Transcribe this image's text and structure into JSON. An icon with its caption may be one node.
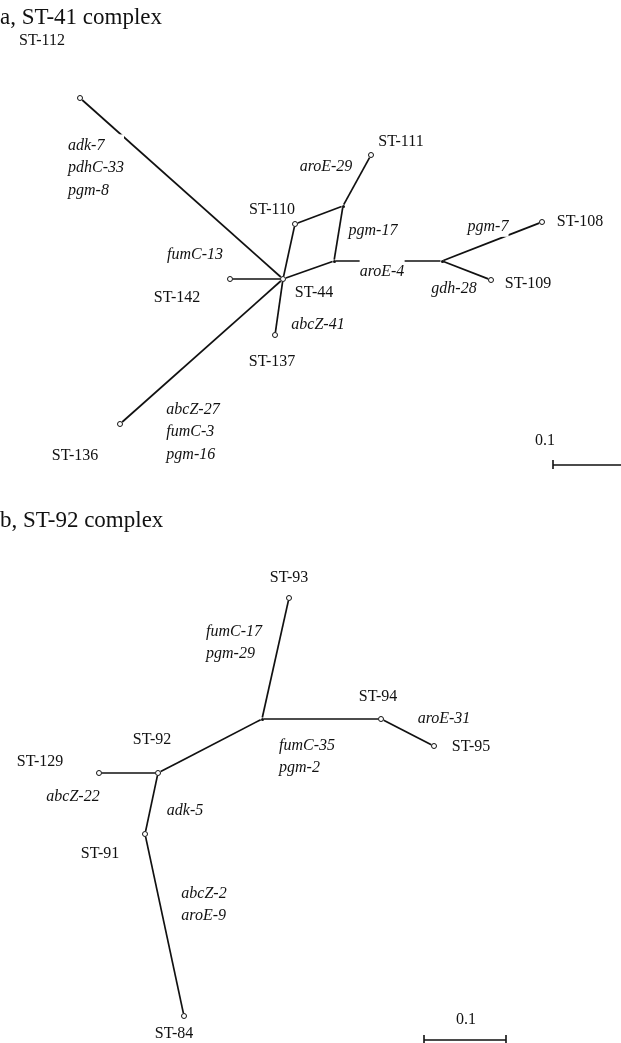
{
  "diagram": {
    "nodes": [
      {
        "text": [],
        "shape": "circle",
        "beside": [
          "ST-112"
        ]
      },
      {
        "text": [],
        "shape": "circle",
        "beside": [
          "ST-111"
        ]
      },
      {
        "text": [],
        "shape": "circle",
        "beside": [
          "ST-110"
        ]
      },
      {
        "text": [],
        "shape": "point"
      },
      {
        "text": [],
        "shape": "circle",
        "beside": [
          "ST-108"
        ]
      },
      {
        "text": [],
        "shape": "circle",
        "beside": [
          "ST-142"
        ]
      },
      {
        "text": [],
        "shape": "circle",
        "beside": [
          "ST-44"
        ]
      },
      {
        "text": [],
        "shape": "point"
      },
      {
        "text": [],
        "shape": "point"
      },
      {
        "text": [],
        "shape": "circle",
        "beside": [
          "ST-109"
        ]
      },
      {
        "text": [],
        "shape": "circle",
        "beside": [
          "ST-137"
        ]
      },
      {
        "text": [],
        "shape": "circle",
        "beside": [
          "ST-136"
        ]
      },
      {
        "text": [],
        "shape": "circle",
        "beside": [
          "ST-93"
        ]
      },
      {
        "text": [],
        "shape": "circle",
        "beside": [
          "ST-94"
        ]
      },
      {
        "text": [],
        "shape": "point"
      },
      {
        "text": [],
        "shape": "circle",
        "beside": [
          "ST-95"
        ]
      },
      {
        "text": [],
        "shape": "circle",
        "beside": [
          "ST-92"
        ]
      },
      {
        "text": [],
        "shape": "circle",
        "beside": [
          "ST-129"
        ]
      },
      {
        "text": [],
        "shape": "circle",
        "beside": [
          "ST-91"
        ]
      },
      {
        "text": [],
        "shape": "circle",
        "beside": [
          "ST-84"
        ]
      }
    ],
    "edges": [
      {
        "from": 6,
        "to": 0,
        "arrow": "none",
        "label": "adk-7 pdhC-33 pgm-8"
      },
      {
        "from": 6,
        "to": 5,
        "arrow": "none",
        "label": "fumC-13"
      },
      {
        "from": 6,
        "to": 11,
        "arrow": "none",
        "label": "abcZ-27 fumC-3 pgm-16"
      },
      {
        "from": 6,
        "to": 10,
        "arrow": "none",
        "label": "abcZ-41"
      },
      {
        "from": 6,
        "to": 2,
        "arrow": "none"
      },
      {
        "from": 2,
        "to": 3,
        "arrow": "none"
      },
      {
        "from": 6,
        "to": 7,
        "arrow": "none"
      },
      {
        "from": 3,
        "to": 7,
        "arrow": "none",
        "label": "pgm-17"
      },
      {
        "from": 3,
        "to": 1,
        "arrow": "none",
        "label": "aroE-29"
      },
      {
        "from": 7,
        "to": 8,
        "arrow": "none",
        "label": "aroE-4"
      },
      {
        "from": 8,
        "to": 4,
        "arrow": "none",
        "label": "pgm-7"
      },
      {
        "from": 8,
        "to": 9,
        "arrow": "none",
        "label": "gdh-28"
      },
      {
        "from": 14,
        "to": 12,
        "arrow": "none",
        "label": "fumC-17 pgm-29"
      },
      {
        "from": 14,
        "to": 13,
        "arrow": "none",
        "label": "fumC-35 pgm-2"
      },
      {
        "from": 13,
        "to": 15,
        "arrow": "none",
        "label": "aroE-31"
      },
      {
        "from": 14,
        "to": 16,
        "arrow": "none"
      },
      {
        "from": 16,
        "to": 17,
        "arrow": "none",
        "label": "abcZ-22"
      },
      {
        "from": 16,
        "to": 18,
        "arrow": "none",
        "label": "adk-5"
      },
      {
        "from": 18,
        "to": 19,
        "arrow": "none",
        "label": "abcZ-2 aroE-9"
      }
    ],
    "labels": [
      "a, ST-41 complex",
      "0.1",
      "b, ST-92 complex",
      "0.1"
    ]
  }
}
